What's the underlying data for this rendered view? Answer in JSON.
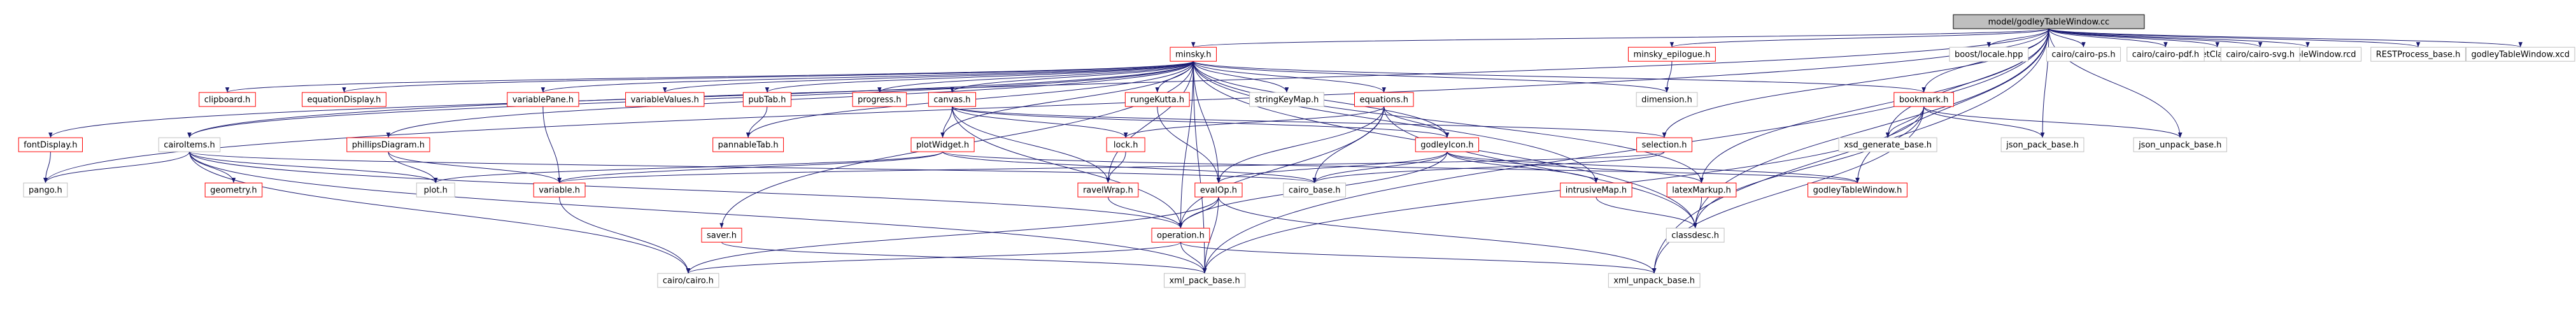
{
  "colors": {
    "root_fill": "#bfbfbf",
    "root_border": "#000000",
    "linked_border": "#ff0000",
    "plain_border": "#bfbfbf",
    "edge": "#191970",
    "node_fill": "#ffffff"
  },
  "nodes": [
    {
      "id": "root",
      "label": "model/godleyTableWindow.cc",
      "style": "root"
    },
    {
      "id": "minsky_h",
      "label": "minsky.h",
      "style": "linked"
    },
    {
      "id": "minsky_eplogue_h",
      "label": "minsky_epilogue.h",
      "style": "linked"
    },
    {
      "id": "assetClass_rcd",
      "label": "assetClass.rcd",
      "style": "plain"
    },
    {
      "id": "godleyTableWindow_rcd",
      "label": "godleyTableWindow.rcd",
      "style": "plain"
    },
    {
      "id": "RESTProcess_base_h",
      "label": "RESTProcess_base.h",
      "style": "plain"
    },
    {
      "id": "godleyTableWindow_xcd",
      "label": "godleyTableWindow.xcd",
      "style": "plain"
    },
    {
      "id": "boost_locale_hpp",
      "label": "boost/locale.hpp",
      "style": "plain"
    },
    {
      "id": "cairo_ps_h",
      "label": "cairo/cairo-ps.h",
      "style": "plain"
    },
    {
      "id": "cairo_pdf_h",
      "label": "cairo/cairo-pdf.h",
      "style": "plain"
    },
    {
      "id": "cairo_svg_h",
      "label": "cairo/cairo-svg.h",
      "style": "plain"
    },
    {
      "id": "clipboard_h",
      "label": "clipboard.h",
      "style": "linked"
    },
    {
      "id": "equationDisplay_h",
      "label": "equationDisplay.h",
      "style": "linked"
    },
    {
      "id": "variablePane_h",
      "label": "variablePane.h",
      "style": "linked"
    },
    {
      "id": "variableValues_h",
      "label": "variableValues.h",
      "style": "linked"
    },
    {
      "id": "pubTab_h",
      "label": "pubTab.h",
      "style": "linked"
    },
    {
      "id": "progress_h",
      "label": "progress.h",
      "style": "linked"
    },
    {
      "id": "canvas_h",
      "label": "canvas.h",
      "style": "linked"
    },
    {
      "id": "rungeKutta_h",
      "label": "rungeKutta.h",
      "style": "linked"
    },
    {
      "id": "stringKeyMap_h",
      "label": "stringKeyMap.h",
      "style": "plain"
    },
    {
      "id": "equations_h",
      "label": "equations.h",
      "style": "linked"
    },
    {
      "id": "dimension_h",
      "label": "dimension.h",
      "style": "plain"
    },
    {
      "id": "bookmark_h",
      "label": "bookmark.h",
      "style": "linked"
    },
    {
      "id": "fontDisplay_h",
      "label": "fontDisplay.h",
      "style": "linked"
    },
    {
      "id": "cairoItems_h",
      "label": "cairoItems.h",
      "style": "plain"
    },
    {
      "id": "phillipsDiagram_h",
      "label": "phillipsDiagram.h",
      "style": "linked"
    },
    {
      "id": "pannableTab_h",
      "label": "pannableTab.h",
      "style": "linked"
    },
    {
      "id": "plotWidget_h",
      "label": "plotWidget.h",
      "style": "linked"
    },
    {
      "id": "lock_h",
      "label": "lock.h",
      "style": "linked"
    },
    {
      "id": "godleyIcon_h",
      "label": "godleyIcon.h",
      "style": "linked"
    },
    {
      "id": "selection_h",
      "label": "selection.h",
      "style": "linked"
    },
    {
      "id": "xsd_generate_base_h",
      "label": "xsd_generate_base.h",
      "style": "plain"
    },
    {
      "id": "json_pack_base_h",
      "label": "json_pack_base.h",
      "style": "plain"
    },
    {
      "id": "json_unpack_base_h",
      "label": "json_unpack_base.h",
      "style": "plain"
    },
    {
      "id": "pango_h",
      "label": "pango.h",
      "style": "plain"
    },
    {
      "id": "geometry_h",
      "label": "geometry.h",
      "style": "linked"
    },
    {
      "id": "plot_h",
      "label": "plot.h",
      "style": "plain"
    },
    {
      "id": "variable_h",
      "label": "variable.h",
      "style": "linked"
    },
    {
      "id": "ravelWrap_h",
      "label": "ravelWrap.h",
      "style": "linked"
    },
    {
      "id": "evalOp_h",
      "label": "evalOp.h",
      "style": "linked"
    },
    {
      "id": "cairo_base_h",
      "label": "cairo_base.h",
      "style": "plain"
    },
    {
      "id": "intrusiveMap_h",
      "label": "intrusiveMap.h",
      "style": "linked"
    },
    {
      "id": "latexMarkup_h",
      "label": "latexMarkup.h",
      "style": "linked"
    },
    {
      "id": "godleyTableWindow_h",
      "label": "godleyTableWindow.h",
      "style": "linked"
    },
    {
      "id": "saver_h",
      "label": "saver.h",
      "style": "linked"
    },
    {
      "id": "operation_h",
      "label": "operation.h",
      "style": "linked"
    },
    {
      "id": "classdesc_h",
      "label": "classdesc.h",
      "style": "plain"
    },
    {
      "id": "cairo_cairo_h",
      "label": "cairo/cairo.h",
      "style": "plain"
    },
    {
      "id": "xml_pack_base_h",
      "label": "xml_pack_base.h",
      "style": "plain"
    },
    {
      "id": "xml_unpack_base_h",
      "label": "xml_unpack_base.h",
      "style": "plain"
    }
  ],
  "edges": [
    [
      "root",
      "minsky_h"
    ],
    [
      "root",
      "minsky_eplogue_h"
    ],
    [
      "root",
      "assetClass_rcd"
    ],
    [
      "root",
      "godleyTableWindow_rcd"
    ],
    [
      "root",
      "RESTProcess_base_h"
    ],
    [
      "root",
      "godleyTableWindow_xcd"
    ],
    [
      "root",
      "boost_locale_hpp"
    ],
    [
      "root",
      "cairo_ps_h"
    ],
    [
      "root",
      "cairo_pdf_h"
    ],
    [
      "root",
      "cairo_svg_h"
    ],
    [
      "root",
      "bookmark_h"
    ],
    [
      "root",
      "selection_h"
    ],
    [
      "root",
      "xsd_generate_base_h"
    ],
    [
      "root",
      "json_pack_base_h"
    ],
    [
      "root",
      "json_unpack_base_h"
    ],
    [
      "root",
      "latexMarkup_h"
    ],
    [
      "root",
      "godleyTableWindow_h"
    ],
    [
      "root",
      "classdesc_h"
    ],
    [
      "root",
      "xml_unpack_base_h"
    ],
    [
      "root",
      "xml_pack_base_h"
    ],
    [
      "root",
      "pango_h"
    ],
    [
      "root",
      "cairoItems_h"
    ],
    [
      "minsky_h",
      "clipboard_h"
    ],
    [
      "minsky_h",
      "equationDisplay_h"
    ],
    [
      "minsky_h",
      "variablePane_h"
    ],
    [
      "minsky_h",
      "variableValues_h"
    ],
    [
      "minsky_h",
      "pubTab_h"
    ],
    [
      "minsky_h",
      "progress_h"
    ],
    [
      "minsky_h",
      "canvas_h"
    ],
    [
      "minsky_h",
      "rungeKutta_h"
    ],
    [
      "minsky_h",
      "stringKeyMap_h"
    ],
    [
      "minsky_h",
      "equations_h"
    ],
    [
      "minsky_h",
      "dimension_h"
    ],
    [
      "minsky_h",
      "bookmark_h"
    ],
    [
      "minsky_h",
      "fontDisplay_h"
    ],
    [
      "minsky_h",
      "cairoItems_h"
    ],
    [
      "minsky_h",
      "phillipsDiagram_h"
    ],
    [
      "minsky_h",
      "pannableTab_h"
    ],
    [
      "minsky_h",
      "plotWidget_h"
    ],
    [
      "minsky_h",
      "godleyIcon_h"
    ],
    [
      "minsky_h",
      "intrusiveMap_h"
    ],
    [
      "minsky_h",
      "latexMarkup_h"
    ],
    [
      "minsky_h",
      "evalOp_h"
    ],
    [
      "minsky_h",
      "ravelWrap_h"
    ],
    [
      "minsky_h",
      "operation_h"
    ],
    [
      "minsky_h",
      "saver_h"
    ],
    [
      "minsky_h",
      "xml_pack_base_h"
    ],
    [
      "minsky_h",
      "classdesc_h"
    ],
    [
      "minsky_eplogue_h",
      "dimension_h"
    ],
    [
      "variablePane_h",
      "variable_h"
    ],
    [
      "pubTab_h",
      "pannableTab_h"
    ],
    [
      "canvas_h",
      "lock_h"
    ],
    [
      "canvas_h",
      "ravelWrap_h"
    ],
    [
      "canvas_h",
      "selection_h"
    ],
    [
      "canvas_h",
      "godleyIcon_h"
    ],
    [
      "canvas_h",
      "plotWidget_h"
    ],
    [
      "canvas_h",
      "operation_h"
    ],
    [
      "rungeKutta_h",
      "evalOp_h"
    ],
    [
      "equations_h",
      "godleyIcon_h"
    ],
    [
      "equations_h",
      "evalOp_h"
    ],
    [
      "equations_h",
      "operation_h"
    ],
    [
      "equations_h",
      "lock_h"
    ],
    [
      "equations_h",
      "cairo_base_h"
    ],
    [
      "equations_h",
      "classdesc_h"
    ],
    [
      "bookmark_h",
      "xsd_generate_base_h"
    ],
    [
      "bookmark_h",
      "json_pack_base_h"
    ],
    [
      "bookmark_h",
      "json_unpack_base_h"
    ],
    [
      "bookmark_h",
      "classdesc_h"
    ],
    [
      "bookmark_h",
      "xml_pack_base_h"
    ],
    [
      "bookmark_h",
      "xml_unpack_base_h"
    ],
    [
      "fontDisplay_h",
      "pango_h"
    ],
    [
      "cairoItems_h",
      "pango_h"
    ],
    [
      "cairoItems_h",
      "geometry_h"
    ],
    [
      "cairoItems_h",
      "plot_h"
    ],
    [
      "cairoItems_h",
      "cairo_base_h"
    ],
    [
      "cairoItems_h",
      "operation_h"
    ],
    [
      "cairoItems_h",
      "cairo_cairo_h"
    ],
    [
      "cairoItems_h",
      "xml_pack_base_h"
    ],
    [
      "phillipsDiagram_h",
      "variable_h"
    ],
    [
      "phillipsDiagram_h",
      "plot_h"
    ],
    [
      "plotWidget_h",
      "plot_h"
    ],
    [
      "plotWidget_h",
      "variable_h"
    ],
    [
      "plotWidget_h",
      "cairo_base_h"
    ],
    [
      "plotWidget_h",
      "godleyTableWindow_h"
    ],
    [
      "lock_h",
      "ravelWrap_h"
    ],
    [
      "godleyIcon_h",
      "intrusiveMap_h"
    ],
    [
      "godleyIcon_h",
      "latexMarkup_h"
    ],
    [
      "godleyIcon_h",
      "godleyTableWindow_h"
    ],
    [
      "godleyIcon_h",
      "cairo_base_h"
    ],
    [
      "godleyIcon_h",
      "evalOp_h"
    ],
    [
      "godleyIcon_h",
      "operation_h"
    ],
    [
      "selection_h",
      "variable_h"
    ],
    [
      "selection_h",
      "cairo_base_h"
    ],
    [
      "variable_h",
      "cairo_cairo_h"
    ],
    [
      "ravelWrap_h",
      "operation_h"
    ],
    [
      "evalOp_h",
      "operation_h"
    ],
    [
      "evalOp_h",
      "xml_pack_base_h"
    ],
    [
      "evalOp_h",
      "xml_unpack_base_h"
    ],
    [
      "evalOp_h",
      "cairo_cairo_h"
    ],
    [
      "intrusiveMap_h",
      "classdesc_h"
    ],
    [
      "latexMarkup_h",
      "classdesc_h"
    ],
    [
      "saver_h",
      "xml_pack_base_h"
    ],
    [
      "operation_h",
      "cairo_cairo_h"
    ],
    [
      "operation_h",
      "xml_pack_base_h"
    ],
    [
      "operation_h",
      "xml_unpack_base_h"
    ]
  ]
}
